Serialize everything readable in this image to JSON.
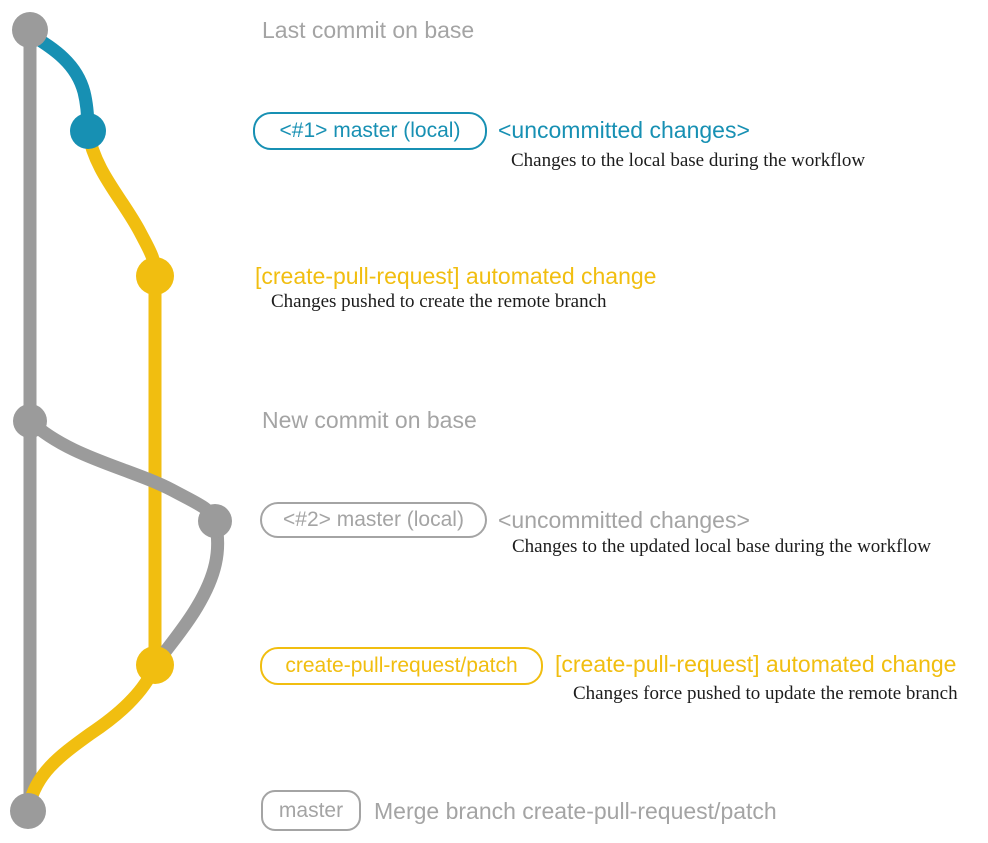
{
  "colors": {
    "background": "#FFFFFF",
    "gray": "#9B9B9B",
    "gray_text": "#A4A4A4",
    "blue": "#1790B3",
    "yellow": "#F1BE10",
    "ink": "#1C1C1C"
  },
  "graph": {
    "branches": [
      {
        "name": "master (base)",
        "color": "gray"
      },
      {
        "name": "local uncommitted changes",
        "color": "blue"
      },
      {
        "name": "create-pull-request/patch",
        "color": "yellow"
      }
    ],
    "commits": [
      {
        "id": "last-commit-on-base",
        "branch": "master (base)"
      },
      {
        "id": "uncommitted-changes-1",
        "branch": "local uncommitted changes"
      },
      {
        "id": "automated-change-1",
        "branch": "create-pull-request/patch"
      },
      {
        "id": "new-commit-on-base",
        "branch": "master (base)"
      },
      {
        "id": "uncommitted-changes-2",
        "branch": "local uncommitted changes"
      },
      {
        "id": "automated-change-2",
        "branch": "create-pull-request/patch"
      },
      {
        "id": "merge-commit",
        "branch": "master (base)"
      }
    ]
  },
  "annotations": {
    "last_commit": "Last commit on base",
    "step1": {
      "badge": "<#1> master (local)",
      "title": "<uncommitted changes>",
      "desc": "Changes to the local base during the workflow"
    },
    "step2": {
      "title": "[create-pull-request] automated change",
      "desc": "Changes pushed to create the remote branch"
    },
    "new_commit": "New commit on base",
    "step3": {
      "badge": "<#2> master (local)",
      "title": "<uncommitted changes>",
      "desc": "Changes to the updated local base during the workflow"
    },
    "step4": {
      "badge": "create-pull-request/patch",
      "title": "[create-pull-request] automated change",
      "desc": "Changes force pushed to update the remote branch"
    },
    "step5": {
      "badge": "master",
      "title": "Merge branch create-pull-request/patch"
    }
  }
}
